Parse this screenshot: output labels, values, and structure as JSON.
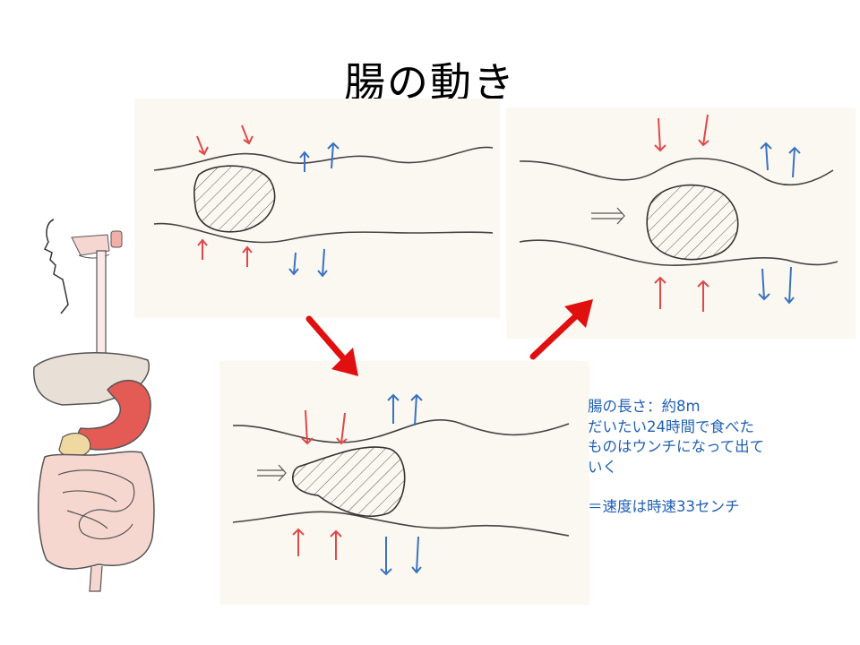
{
  "slide": {
    "title": "腸の動き"
  },
  "notes": {
    "line1": "腸の長さ：約8m",
    "line2": "だいたい24時間で食べた",
    "line3": "ものはウンチになって出て",
    "line4": "いく",
    "line5": "＝速度は時速33センチ"
  },
  "colors": {
    "squeeze_arrow": "#e04848",
    "relax_arrow": "#3a72c0",
    "flow_arrow": "#e01010",
    "note_text": "#1f5fb4",
    "paper": "#fbf8f1"
  }
}
